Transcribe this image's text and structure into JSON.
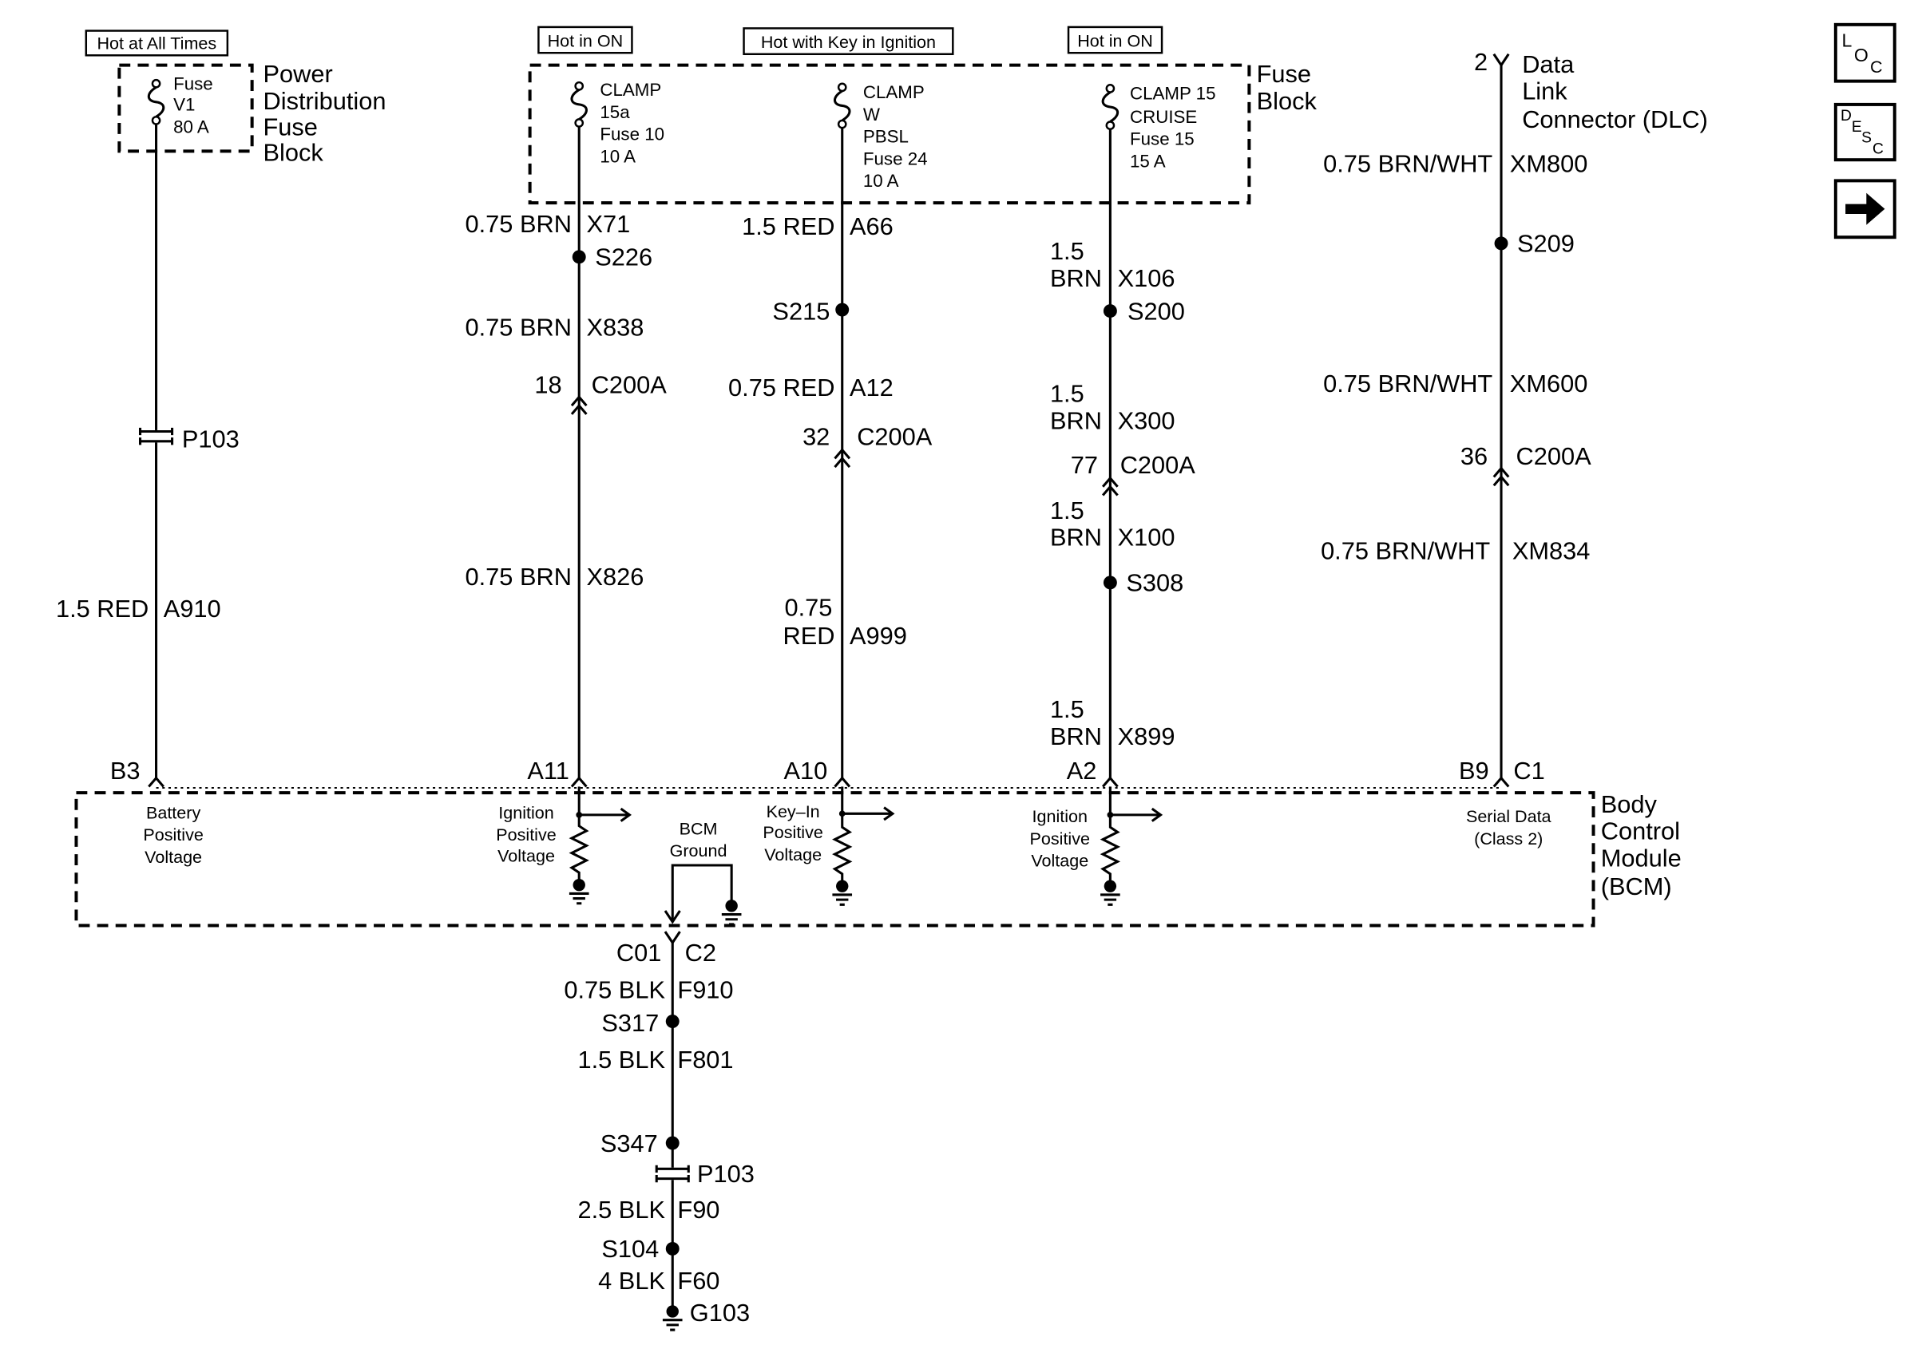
{
  "tags": [
    "Hot at All Times",
    "Hot in ON",
    "Hot with Key in Ignition",
    "Hot in ON"
  ],
  "power_distribution_fuse_block": {
    "label": [
      "Power",
      "Distribution",
      "Fuse",
      "Block"
    ],
    "fuse": [
      "Fuse",
      "V1",
      "80 A"
    ]
  },
  "fuse_block": {
    "label": [
      "Fuse",
      "Block"
    ],
    "fuses": [
      [
        "CLAMP",
        "15a",
        "Fuse 10",
        "10 A"
      ],
      [
        "CLAMP",
        "W",
        "PBSL",
        "Fuse 24",
        "10 A"
      ],
      [
        "CLAMP 15",
        "CRUISE",
        "Fuse 15",
        "15 A"
      ]
    ]
  },
  "battery": {
    "passthrough": "P103",
    "wire": {
      "size": "1.5 RED",
      "circuit": "A910"
    },
    "pin": "B3",
    "bcm_input": [
      "Battery",
      "Positive",
      "Voltage"
    ]
  },
  "ign_a11": {
    "wires": [
      {
        "size": "0.75 BRN",
        "circuit": "X71"
      },
      {
        "size": "0.75 BRN",
        "circuit": "X838"
      },
      {
        "size": "0.75 BRN",
        "circuit": "X826"
      }
    ],
    "splice": "S226",
    "connector": {
      "pin": "18",
      "name": "C200A"
    },
    "pin": "A11",
    "bcm_input": [
      "Ignition",
      "Positive",
      "Voltage"
    ]
  },
  "keyin_a10": {
    "wires": [
      {
        "size": "1.5 RED",
        "circuit": "A66"
      },
      {
        "size": "0.75 RED",
        "circuit": "A12"
      },
      {
        "size": [
          "0.75",
          "RED"
        ],
        "circuit": "A999"
      }
    ],
    "splice": "S215",
    "connector": {
      "pin": "32",
      "name": "C200A"
    },
    "pin": "A10",
    "bcm_input": [
      "Key–In",
      "Positive",
      "Voltage"
    ]
  },
  "ign_a2": {
    "wires": [
      {
        "size": [
          "1.5",
          "BRN"
        ],
        "circuit": "X106"
      },
      {
        "size": [
          "1.5",
          "BRN"
        ],
        "circuit": "X300"
      },
      {
        "size": [
          "1.5",
          "BRN"
        ],
        "circuit": "X100"
      },
      {
        "size": [
          "1.5",
          "BRN"
        ],
        "circuit": "X899"
      }
    ],
    "splices": [
      "S200",
      "S308"
    ],
    "connector": {
      "pin": "77",
      "name": "C200A"
    },
    "pin": "A2",
    "bcm_input": [
      "Ignition",
      "Positive",
      "Voltage"
    ]
  },
  "serial_data": {
    "dlc": {
      "pin": "2",
      "label": [
        "Data",
        "Link",
        "Connector (DLC)"
      ]
    },
    "wires": [
      {
        "size": "0.75 BRN/WHT",
        "circuit": "XM800"
      },
      {
        "size": "0.75 BRN/WHT",
        "circuit": "XM600"
      },
      {
        "size": "0.75 BRN/WHT",
        "circuit": "XM834"
      }
    ],
    "splice": "S209",
    "connector": {
      "pin": "36",
      "name": "C200A"
    },
    "pins": [
      "B9",
      "C1"
    ],
    "bcm_input": [
      "Serial Data",
      "(Class 2)"
    ]
  },
  "bcm": {
    "label": [
      "Body",
      "Control",
      "Module",
      "(BCM)"
    ],
    "ground_label": [
      "BCM",
      "Ground"
    ]
  },
  "ground": {
    "connector": {
      "pin": "C01",
      "name": "C2"
    },
    "wires": [
      {
        "size": "0.75 BLK",
        "circuit": "F910"
      },
      {
        "size": "1.5 BLK",
        "circuit": "F801"
      },
      {
        "size": "2.5 BLK",
        "circuit": "F90"
      },
      {
        "size": "4 BLK",
        "circuit": "F60"
      }
    ],
    "splices": [
      "S317",
      "S347",
      "S104"
    ],
    "passthrough": "P103",
    "ground_point": "G103"
  },
  "nav": {
    "loc": [
      "L",
      "O",
      "C"
    ],
    "desc": [
      "D",
      "E",
      "S",
      "C"
    ],
    "next_icon": "arrow-right-icon"
  }
}
